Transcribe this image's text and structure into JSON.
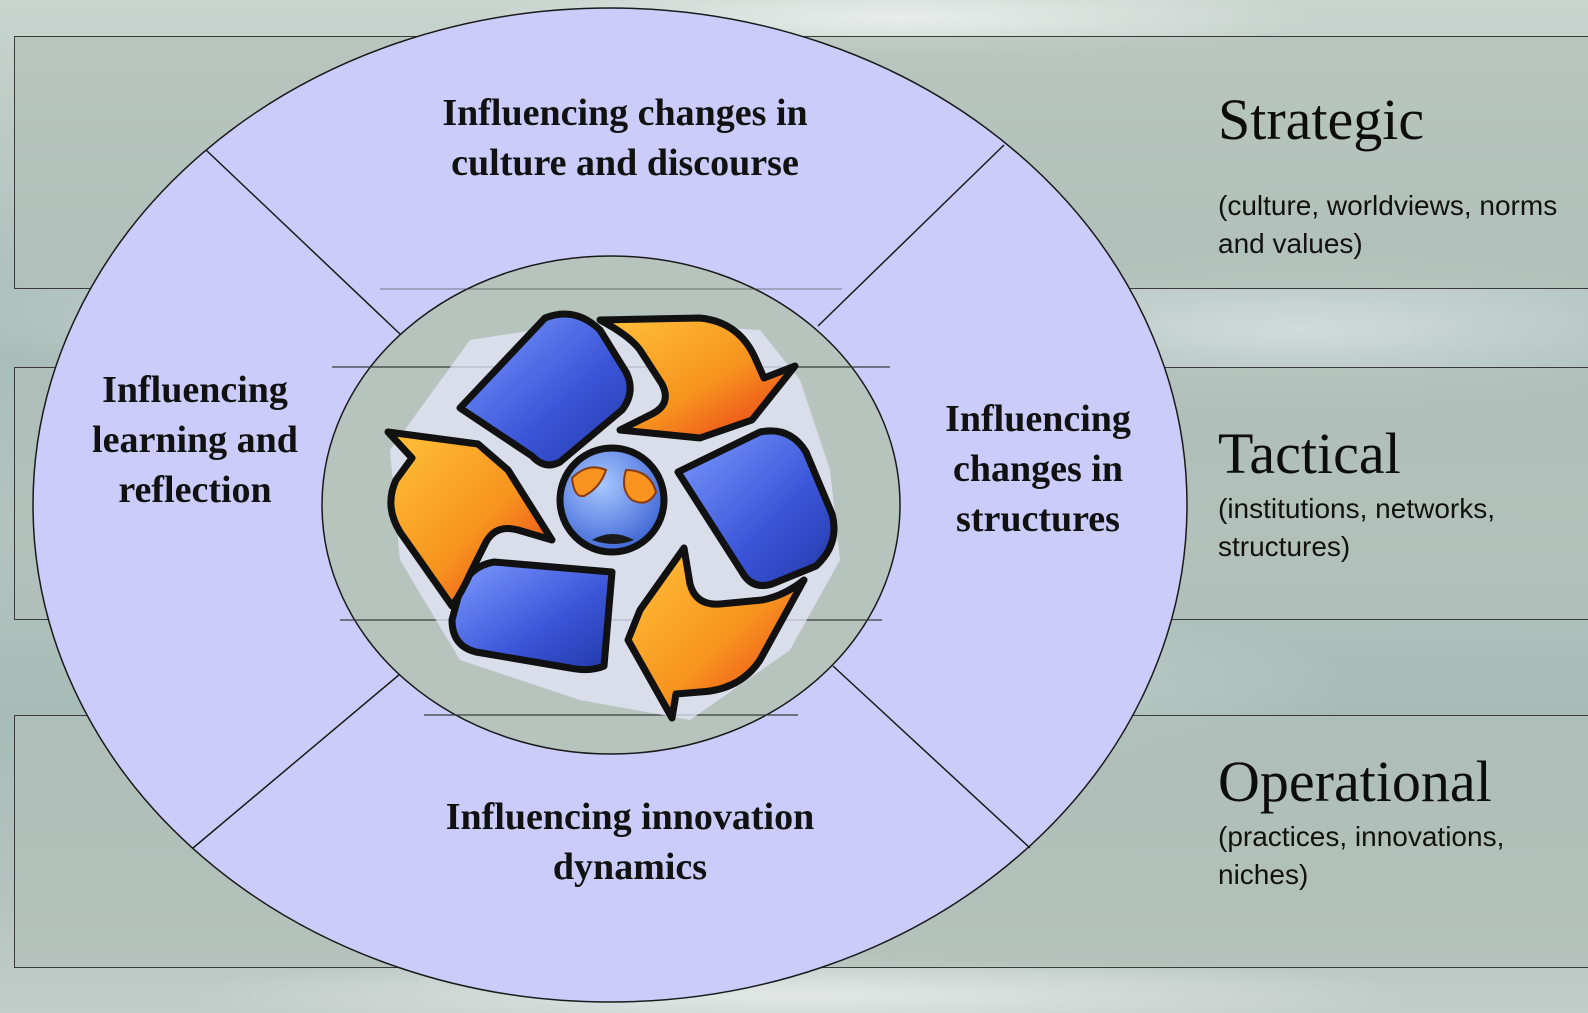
{
  "quadrants": {
    "top": "Influencing changes in culture and discourse",
    "left": "Influencing learning and reflection",
    "right": "Influencing changes in structures",
    "bottom": "Influencing innovation dynamics"
  },
  "levels": [
    {
      "title": "Strategic",
      "description": "(culture, worldviews, norms and values)"
    },
    {
      "title": "Tactical",
      "description": "(institutions, networks, structures)"
    },
    {
      "title": "Operational",
      "description": "(practices, innovations, niches)"
    }
  ],
  "colors": {
    "ellipse_fill": "#ccccfa",
    "band_fill": "#b2beb8",
    "arrow_blue": "#3f5fe0",
    "arrow_orange": "#f7931e",
    "arrow_red": "#e8321a"
  },
  "center_icon": "recycle-globe-icon"
}
